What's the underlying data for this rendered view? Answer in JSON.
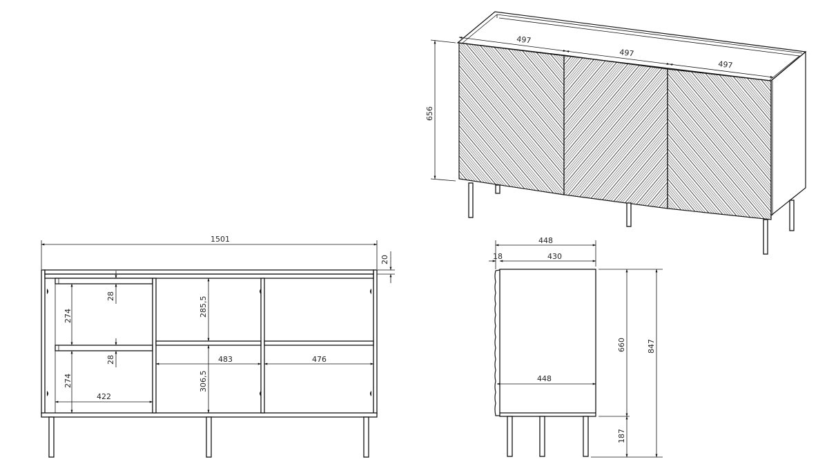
{
  "isometric_view": {
    "door_widths": [
      "497",
      "497",
      "497"
    ],
    "height": "656"
  },
  "front_view": {
    "overall_width": "1501",
    "top_thickness": "20",
    "left_section": {
      "shelf_gap_top": "274",
      "shelf_thickness_top": "28",
      "shelf_gap_bottom": "274",
      "shelf_thickness_bottom": "28",
      "inner_width": "422"
    },
    "middle_section": {
      "upper_height": "285,5",
      "lower_height": "306,5",
      "inner_width": "483"
    },
    "right_section": {
      "inner_width": "476"
    }
  },
  "side_view": {
    "overall_depth": "448",
    "door_thickness": "18",
    "body_depth": "430",
    "shelf_depth": "448",
    "body_height": "660",
    "leg_height": "187",
    "overall_height": "847"
  }
}
